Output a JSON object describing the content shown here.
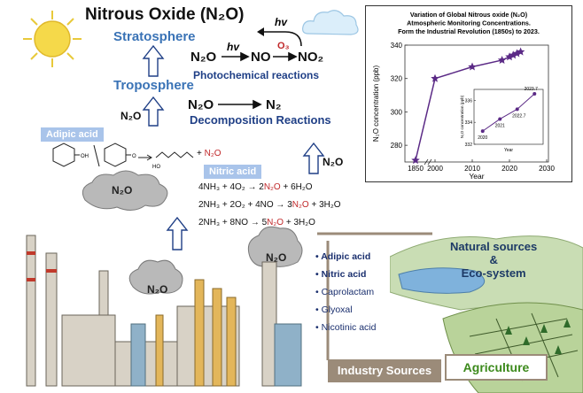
{
  "title": "Nitrous Oxide (N₂O)",
  "layers": {
    "stratosphere": "Stratosphere",
    "troposphere": "Troposphere"
  },
  "photo": {
    "hv_sun": "hv",
    "hv_cloud": "hv",
    "n2o": "N₂O",
    "no": "NO",
    "o3": "O₃",
    "no2": "NO₂",
    "label": "Photochemical reactions"
  },
  "decomp": {
    "n2o": "N₂O",
    "n2": "N₂",
    "label": "Decomposition Reactions"
  },
  "side_n2o_left": "N₂O",
  "side_n2o_right": "N₂O",
  "tags": {
    "adipic": "Adipic acid",
    "nitric": "Nitric acid"
  },
  "adipic_reaction": {
    "product_add": "+",
    "product_n2o": "N₂O",
    "oh": "OH",
    "o": "O",
    "ho": "HO"
  },
  "equations": [
    {
      "pre": "4NH₃ + 4O₂ → 2",
      "red": "N₂O",
      "post": " + 6H₂O"
    },
    {
      "pre": "2NH₃ + 2O₂ + 4NO → 3",
      "red": "N₂O",
      "post": " + 3H₂O"
    },
    {
      "pre": "2NH₃ + 8NO → 5",
      "red": "N₂O",
      "post": " + 3H₂O"
    }
  ],
  "clouds": {
    "c1": "N₂O",
    "c2": "N₂O",
    "c3": "N₂O"
  },
  "industry_list": [
    {
      "label": "Adipic acid",
      "bold": true
    },
    {
      "label": "Nitric acid",
      "bold": true
    },
    {
      "label": "Caprolactam",
      "bold": false
    },
    {
      "label": "Glyoxal",
      "bold": false
    },
    {
      "label": "Nicotinic acid",
      "bold": false
    }
  ],
  "industry_label": "Industry Sources",
  "natural_label": [
    "Natural sources",
    "&",
    "Eco-system"
  ],
  "agriculture_label": "Agriculture",
  "chart_data": {
    "type": "line",
    "title": "Variation of Global Nitrous oxide (N₂O) Atmospheric Monitoring Concentrations. Form the Industrial Revolution (1850s) to 2023.",
    "title_lines": [
      "Variation of Global Nitrous oxide (N₂O)",
      "Atmospheric Monitoring Concentrations.",
      "Form the Industrial Revolution (1850s)  to 2023."
    ],
    "xlabel": "Year",
    "ylabel": "N₂O concentration (ppb)",
    "ylim": [
      270,
      340
    ],
    "yticks": [
      280,
      300,
      320,
      340
    ],
    "xticks": [
      1850,
      2000,
      2010,
      2020,
      2030
    ],
    "color": "#5b2a86",
    "x": [
      1850,
      2000,
      2010,
      2018,
      2020,
      2021,
      2022,
      2023
    ],
    "y": [
      271,
      320,
      327,
      331,
      333,
      334,
      335,
      336
    ],
    "inset": {
      "xlabel": "Year",
      "ylabel": "N₂O concentration (ppb)",
      "yticks": [
        332,
        334,
        336
      ],
      "ylim": [
        332,
        337
      ],
      "xlim": [
        2019.5,
        2023.5
      ],
      "points": [
        {
          "x": 2020,
          "y": 333.2,
          "label": "2020"
        },
        {
          "x": 2021,
          "y": 334.3,
          "label": "2021"
        },
        {
          "x": 2022,
          "y": 335.2,
          "label": "2022.7"
        },
        {
          "x": 2023,
          "y": 336.6,
          "label": "2023.7"
        }
      ]
    }
  }
}
